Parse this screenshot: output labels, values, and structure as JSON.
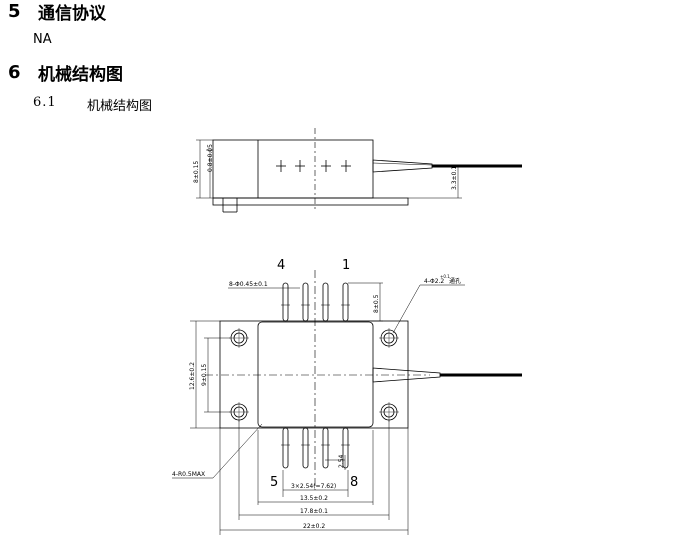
{
  "section5": {
    "number": "5",
    "title": "通信协议"
  },
  "na_text": "NA",
  "section6": {
    "number": "6",
    "title": "机械结构图"
  },
  "subsection": {
    "number": "6.1",
    "title": "机械结构图"
  },
  "drawing": {
    "side_view": {
      "dim_height": "8±0.15",
      "dim_center": "0.8±0.05",
      "dim_fiber": "3.3±0.1"
    },
    "top_view": {
      "pin_4": "4",
      "pin_1": "1",
      "pin_5": "5",
      "pin_8": "8",
      "dim_pins": "8-Φ0.45±0.1",
      "dim_holes": "4-Φ2.2",
      "dim_holes_tol": "+0.1",
      "dim_holes_note": "通孔",
      "dim_pin_len": "8±0.5",
      "dim_height_outer": "12.6±0.2",
      "dim_height_inner": "9±0.15",
      "dim_corner": "4-R0.5MAX",
      "dim_pitch": "2.54",
      "dim_pitch_total": "3×2.54(=7.62)",
      "dim_inner_width": "13.5±0.2",
      "dim_hole_span": "17.8±0.1",
      "dim_outer_width": "22±0.2"
    }
  }
}
